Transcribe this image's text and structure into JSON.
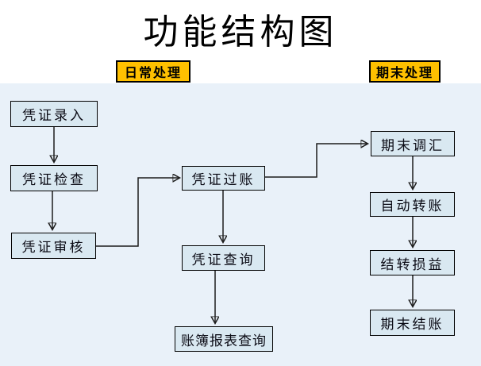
{
  "title": "功能结构图",
  "sections": {
    "daily": {
      "label": "日常处理"
    },
    "period_end": {
      "label": "期末处理"
    }
  },
  "diagram": {
    "nodes": {
      "voucher_entry": {
        "label": "凭证录入"
      },
      "voucher_check": {
        "label": "凭证检查"
      },
      "voucher_review": {
        "label": "凭证审核"
      },
      "voucher_posting": {
        "label": "凭证过账"
      },
      "voucher_query": {
        "label": "凭证查询"
      },
      "book_report": {
        "label": "账簿报表查询"
      },
      "fx_adjust": {
        "label": "期末调汇"
      },
      "auto_transfer": {
        "label": "自动转账"
      },
      "pl_carryover": {
        "label": "结转损益"
      },
      "period_closing": {
        "label": "期末结账"
      }
    },
    "edges": [
      {
        "from": "凭证录入",
        "to": "凭证检查"
      },
      {
        "from": "凭证检查",
        "to": "凭证审核"
      },
      {
        "from": "凭证审核",
        "to": "凭证过账"
      },
      {
        "from": "凭证过账",
        "to": "凭证查询"
      },
      {
        "from": "凭证查询",
        "to": "账簿报表查询"
      },
      {
        "from": "凭证过账",
        "to": "期末调汇"
      },
      {
        "from": "期末调汇",
        "to": "自动转账"
      },
      {
        "from": "自动转账",
        "to": "结转损益"
      },
      {
        "from": "结转损益",
        "to": "期末结账"
      }
    ]
  },
  "colors": {
    "page_bg": "#FFFFFF",
    "canvas_bg": "#E9F1F9",
    "section_header_bg": "#FFC000",
    "node_fill": "#D9E8F1",
    "border": "#000000",
    "line": "#1C1C1C"
  }
}
